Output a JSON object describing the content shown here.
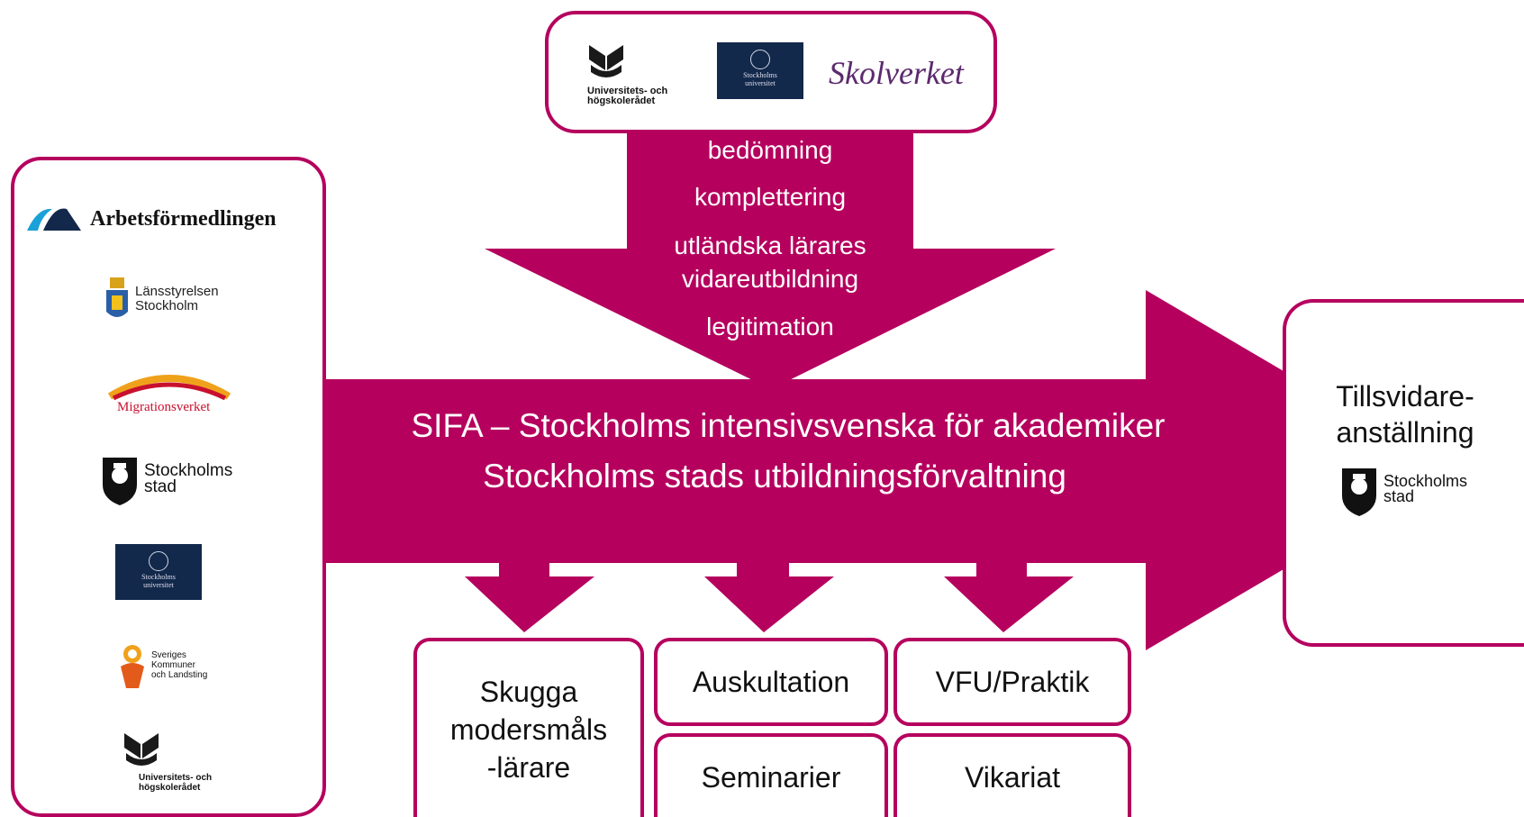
{
  "colors": {
    "accent": "#b5005e",
    "navy": "#13294b",
    "skolverket": "#5c2a6e"
  },
  "top_box": {
    "logos": [
      {
        "icon": "uhr-icon",
        "text1": "Universitets- och",
        "text2": "högskolerådet"
      },
      {
        "icon": "stockholms-universitet-icon",
        "text1": "Stockholms",
        "text2": "universitet"
      },
      {
        "icon": "skolverket-logo",
        "text": "Skolverket"
      }
    ]
  },
  "down_arrow": {
    "items": [
      "bedömning",
      "komplettering",
      "utländska lärares",
      "vidareutbildning",
      "legitimation"
    ]
  },
  "main_arrow": {
    "line1": "SIFA – Stockholms intensivsvenska för akademiker",
    "line2": "Stockholms stads utbildningsförvaltning"
  },
  "left_box": {
    "arbetsformedlingen": "Arbetsförmedlingen",
    "lansstyrelsen": [
      "Länsstyrelsen",
      "Stockholm"
    ],
    "migrationsverket": "Migrationsverket",
    "stockholms_stad": [
      "Stockholms",
      "stad"
    ],
    "su": [
      "Stockholms",
      "universitet"
    ],
    "skl": [
      "Sveriges",
      "Kommuner",
      "och Landsting"
    ],
    "uhr": [
      "Universitets- och",
      "högskolerådet"
    ]
  },
  "right_box": {
    "title": [
      "Tillsvidare-",
      "anställning"
    ],
    "logo": [
      "Stockholms",
      "stad"
    ]
  },
  "bottom_boxes": {
    "skugga": [
      "Skugga",
      "modersmåls",
      "-lärare"
    ],
    "auskultation": "Auskultation",
    "seminarier": "Seminarier",
    "vfu": "VFU/Praktik",
    "vikariat": "Vikariat"
  }
}
